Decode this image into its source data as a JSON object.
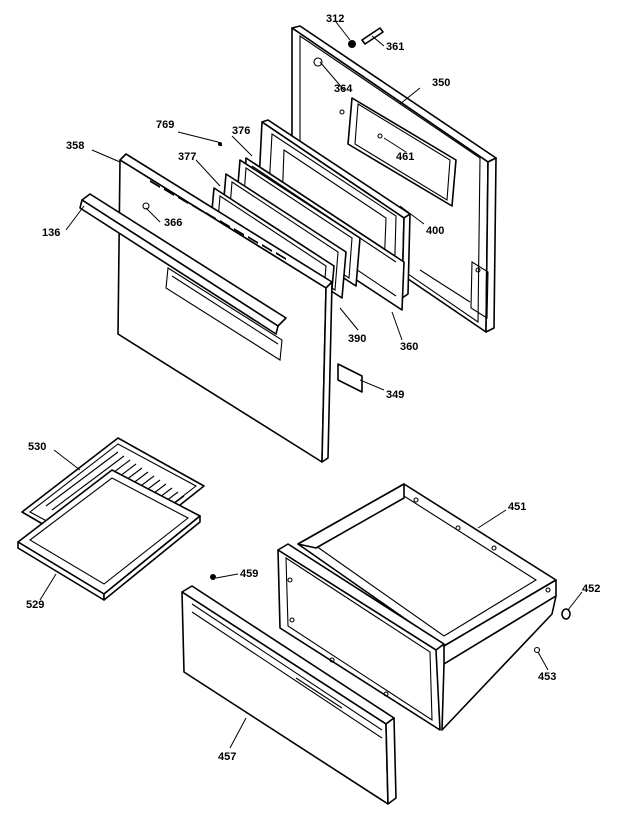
{
  "callouts": {
    "c312": "312",
    "c361": "361",
    "c364": "364",
    "c350": "350",
    "c376": "376",
    "c769": "769",
    "c358": "358",
    "c377": "377",
    "c461": "461",
    "c366": "366",
    "c136": "136",
    "c400": "400",
    "c390": "390",
    "c360": "360",
    "c349": "349",
    "c530": "530",
    "c451": "451",
    "c452": "452",
    "c459": "459",
    "c529": "529",
    "c453": "453",
    "c457": "457"
  }
}
